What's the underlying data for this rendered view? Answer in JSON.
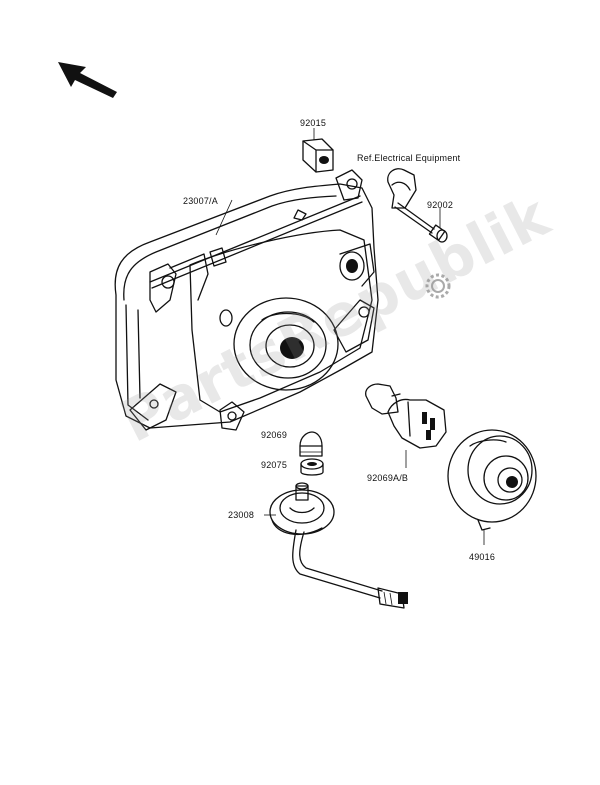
{
  "watermark": "PartsRepublik",
  "colors": {
    "ink": "#111111",
    "watermark": "#969696",
    "background": "#ffffff"
  },
  "icons": {
    "direction_arrow": "arrow-up-left-icon",
    "gear": "gear-icon"
  },
  "parts": [
    {
      "id": "p1",
      "label": "92015"
    },
    {
      "id": "p2",
      "label": "Ref.Electrical Equipment"
    },
    {
      "id": "p3",
      "label": "23007/A"
    },
    {
      "id": "p4",
      "label": "92002"
    },
    {
      "id": "p5",
      "label": "92069"
    },
    {
      "id": "p6",
      "label": "92075"
    },
    {
      "id": "p7",
      "label": "92069A/B"
    },
    {
      "id": "p8",
      "label": "23008"
    },
    {
      "id": "p9",
      "label": "49016"
    }
  ]
}
